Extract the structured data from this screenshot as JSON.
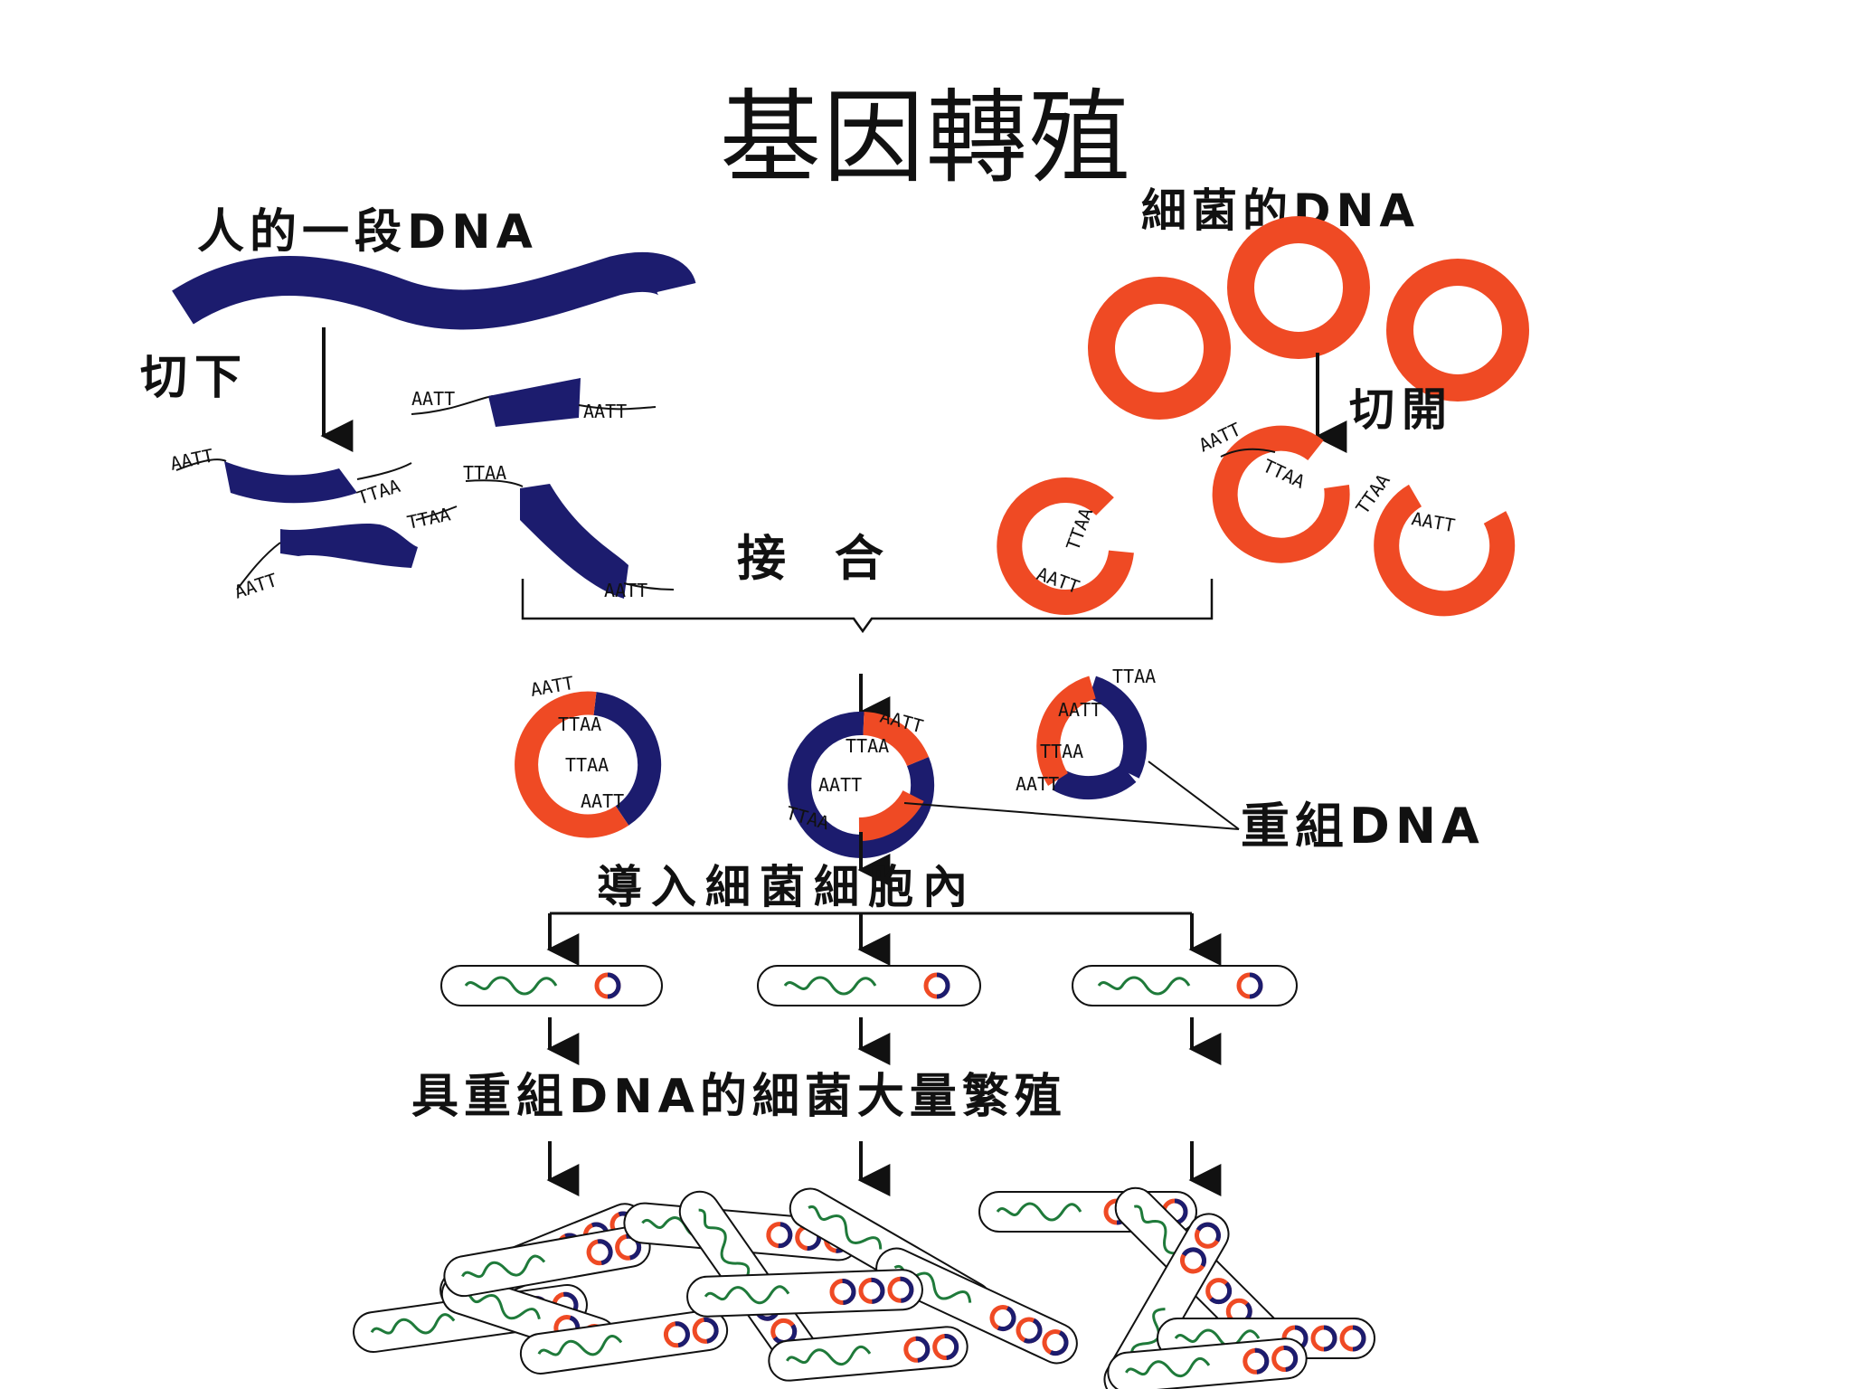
{
  "title": "基因轉殖",
  "labels": {
    "human_dna": "人的一段DNA",
    "cut_off": "切下",
    "bacteria_dna": "細菌的DNA",
    "cut_open": "切開",
    "join": "接　合",
    "recombinant_dna": "重組DNA",
    "into_bacteria": "導入細菌細胞內",
    "proliferate": "具重組DNA的細菌大量繁殖"
  },
  "sticky_ends": {
    "aatt": "AATT",
    "ttaa": "TTAA"
  },
  "colors": {
    "human_dna": "#1c1c6e",
    "bacteria_dna": "#ef4a24",
    "chromosome": "#1f7a3a",
    "text": "#111111"
  }
}
